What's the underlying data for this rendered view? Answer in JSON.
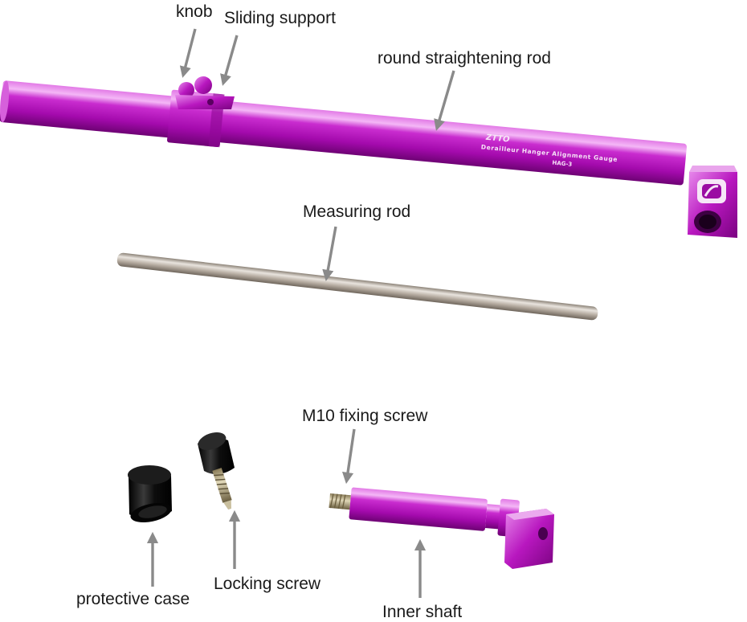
{
  "labels": {
    "knob": "knob",
    "sliding_support": "Sliding support",
    "round_rod": "round straightening rod",
    "measuring_rod": "Measuring rod",
    "m10_screw": "M10 fixing screw",
    "protective_case": "protective case",
    "locking_screw": "Locking screw",
    "inner_shaft": "Inner shaft"
  },
  "engraving": {
    "brand": "ZTTO",
    "line1": "Derailleur Hanger Alignment Gauge",
    "model": "HAG-3"
  },
  "colors": {
    "anodized_purple": "#c21fc9",
    "steel": "#bdb3a8",
    "black_cap": "#111111",
    "arrow_gray": "#8a8a8a"
  }
}
